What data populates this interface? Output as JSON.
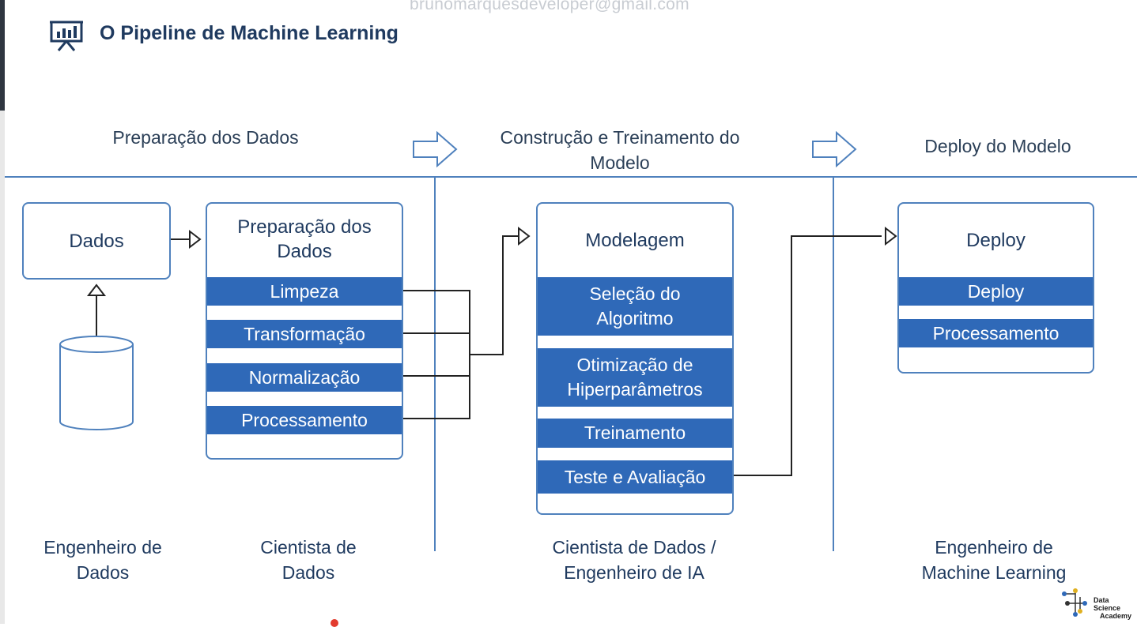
{
  "watermark": "brunomarquesdeveloper@gmail.com",
  "title": "O Pipeline de Machine Learning",
  "icon": "presentation-chart-icon",
  "phases": {
    "prep": "Preparação dos Dados",
    "build_line1": "Construção e Treinamento do",
    "build_line2": "Modelo",
    "deploy": "Deploy do Modelo"
  },
  "boxes": {
    "dados": "Dados",
    "prep_title_1": "Preparação dos",
    "prep_title_2": "Dados",
    "prep_items": [
      "Limpeza",
      "Transformação",
      "Normalização",
      "Processamento"
    ],
    "model_title": "Modelagem",
    "model_items": [
      {
        "l1": "Seleção do",
        "l2": "Algoritmo"
      },
      {
        "l1": "Otimização de",
        "l2": "Hiperparâmetros"
      },
      {
        "l1": "Treinamento",
        "l2": ""
      },
      {
        "l1": "Teste e Avaliação",
        "l2": ""
      }
    ],
    "deploy_title": "Deploy",
    "deploy_items": [
      "Deploy",
      "Processamento"
    ]
  },
  "roles": {
    "eng_dados_1": "Engenheiro de",
    "eng_dados_2": "Dados",
    "cient_1": "Cientista de",
    "cient_2": "Dados",
    "cient_ia_1": "Cientista de Dados /",
    "cient_ia_2": "Engenheiro de IA",
    "eng_ml_1": "Engenheiro de",
    "eng_ml_2": "Machine Learning"
  },
  "logo": {
    "line1": "Data Science",
    "line2": "Academy"
  },
  "colors": {
    "accent": "#4f81bd",
    "band": "#2f69b8",
    "title": "#1f3a5f"
  }
}
